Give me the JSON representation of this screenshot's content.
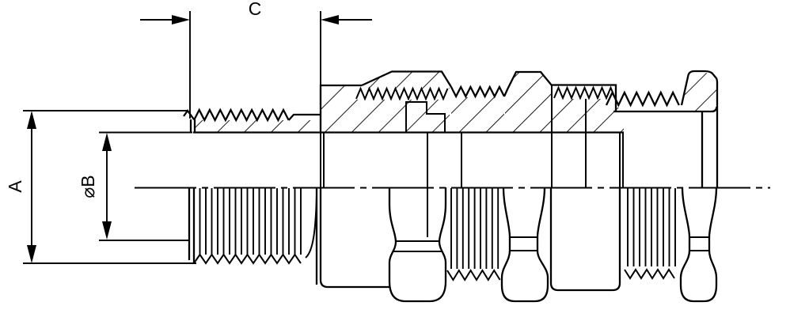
{
  "drawing": {
    "labels": {
      "a": "A",
      "b": "⌀B",
      "c": "C"
    },
    "colors": {
      "line": "#000000",
      "background": "#ffffff"
    }
  }
}
